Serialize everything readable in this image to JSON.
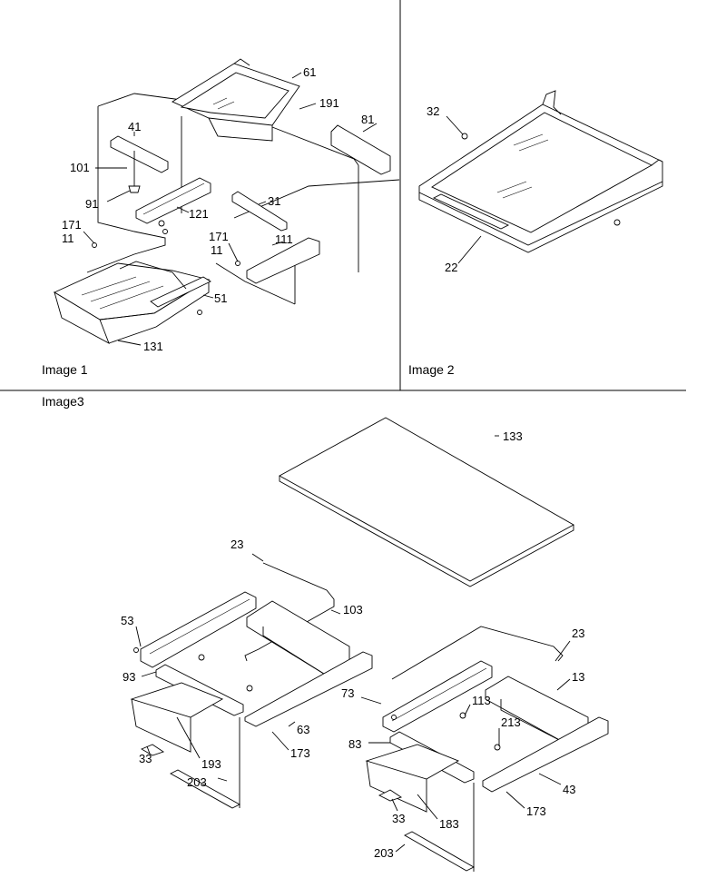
{
  "panels": {
    "p1": "Image 1",
    "p2": "Image 2",
    "p3": "Image3"
  },
  "callouts": {
    "p1": [
      "61",
      "191",
      "81",
      "41",
      "101",
      "91",
      "121",
      "31",
      "171",
      "11",
      "171",
      "11",
      "111",
      "51",
      "131"
    ],
    "p2": [
      "32",
      "22"
    ],
    "p3": [
      "133",
      "23",
      "103",
      "53",
      "93",
      "63",
      "173",
      "33",
      "193",
      "203",
      "23",
      "13",
      "73",
      "113",
      "213",
      "83",
      "43",
      "173",
      "33",
      "183",
      "203"
    ]
  }
}
